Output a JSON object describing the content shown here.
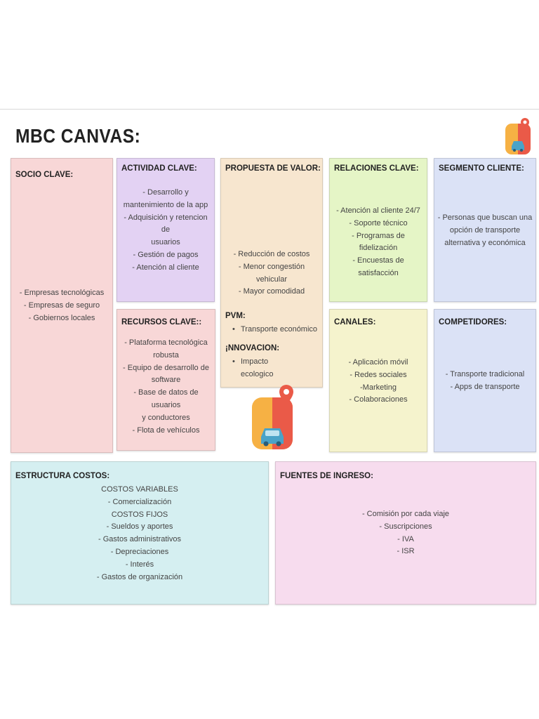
{
  "title": "MBC  CANVAS:",
  "socio": {
    "header": "SOCIO CLAVE:",
    "items": [
      "- Empresas tecnológicas",
      "- Empresas de seguro",
      "- Gobiernos locales"
    ]
  },
  "actividad": {
    "header": "ACTIVIDAD CLAVE:",
    "items": [
      "- Desarrollo y",
      "mantenimiento de la app",
      "- Adquisición y retencion de",
      "usuarios",
      "- Gestión de pagos",
      "- Atención al cliente"
    ]
  },
  "recursos": {
    "header": "RECURSOS CLAVE::",
    "items": [
      "- Plataforma tecnológica",
      "robusta",
      "- Equipo de desarrollo de",
      "software",
      "- Base de datos de usuarios",
      "y conductores",
      "- Flota de vehículos"
    ]
  },
  "propuesta": {
    "header": "PROPUESTA DE VALOR:",
    "items": [
      "- Reducción de costos",
      "- Menor congestión",
      "vehicular",
      "- Mayor comodidad"
    ],
    "pvm_header": "PVM:",
    "pvm_item": "Transporte económico",
    "innov_header": "¡NNOVACION:",
    "innov_items": [
      "Impacto",
      "ecologico"
    ]
  },
  "relaciones": {
    "header": "RELACIONES CLAVE:",
    "items": [
      "- Atención al cliente 24/7",
      "- Soporte técnico",
      "- Programas de fidelización",
      "- Encuestas de satisfacción"
    ]
  },
  "segmento": {
    "header": "SEGMENTO CLIENTE:",
    "items": [
      "- Personas que buscan una",
      "opción de transporte",
      "alternativa y económica"
    ]
  },
  "canales": {
    "header": "CANALES:",
    "items": [
      "- Aplicación móvil",
      "- Redes sociales",
      "-Marketing",
      "- Colaboraciones"
    ]
  },
  "competidores": {
    "header": "COMPETIDORES:",
    "items": [
      "- Transporte tradicional",
      "- Apps de transporte"
    ]
  },
  "costos": {
    "header": "ESTRUCTURA COSTOS:",
    "items": [
      "COSTOS VARIABLES",
      "- Comercialización",
      "COSTOS FIJOS",
      "- Sueldos y aportes",
      "- Gastos administrativos",
      "- Depreciaciones",
      "- Interés",
      "- Gastos de organización"
    ]
  },
  "ingresos": {
    "header": "FUENTES DE INGRESO:",
    "items": [
      "- Comisión por cada viaje",
      "- Suscripciones",
      "- IVA",
      "- ISR"
    ]
  },
  "colors": {
    "socio": "#f8d7d7",
    "actividad": "#e3d2f3",
    "recursos": "#f8d7d7",
    "propuesta": "#f7e6cf",
    "relaciones": "#e5f5c6",
    "segmento": "#dbe2f6",
    "canales": "#f5f3cd",
    "competidores": "#dbe2f6",
    "costos": "#d5eff1",
    "ingresos": "#f7dcee",
    "logo_orange": "#f6b144",
    "logo_red": "#ea5a48",
    "logo_car": "#4aa3c8"
  }
}
